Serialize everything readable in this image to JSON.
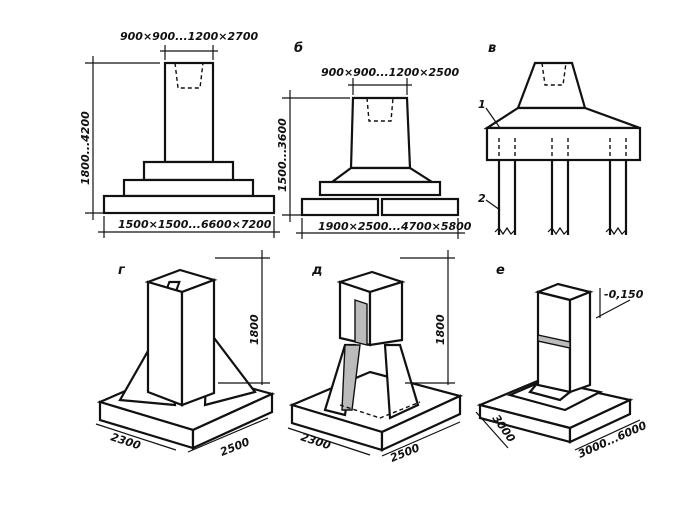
{
  "figures": {
    "a": {
      "top_dim": "900×900...1200×2700",
      "height_dim": "1800...4200",
      "base_dim": "1500×1500...6600×7200"
    },
    "b": {
      "letter": "б",
      "top_dim": "900×900...1200×2500",
      "height_dim": "1500...3600",
      "base_dim": "1900×2500...4700×5800"
    },
    "c": {
      "letter": "в",
      "callout_1": "1",
      "callout_2": "2"
    },
    "d": {
      "letter": "г",
      "height_dim": "1800",
      "depth_dim": "2300",
      "width_dim": "2500"
    },
    "e": {
      "letter": "д",
      "height_dim": "1800",
      "depth_dim": "2300",
      "width_dim": "2500"
    },
    "f": {
      "letter": "е",
      "level_mark": "-0,150",
      "depth_dim": "3000",
      "width_dim": "3000...6000"
    }
  }
}
